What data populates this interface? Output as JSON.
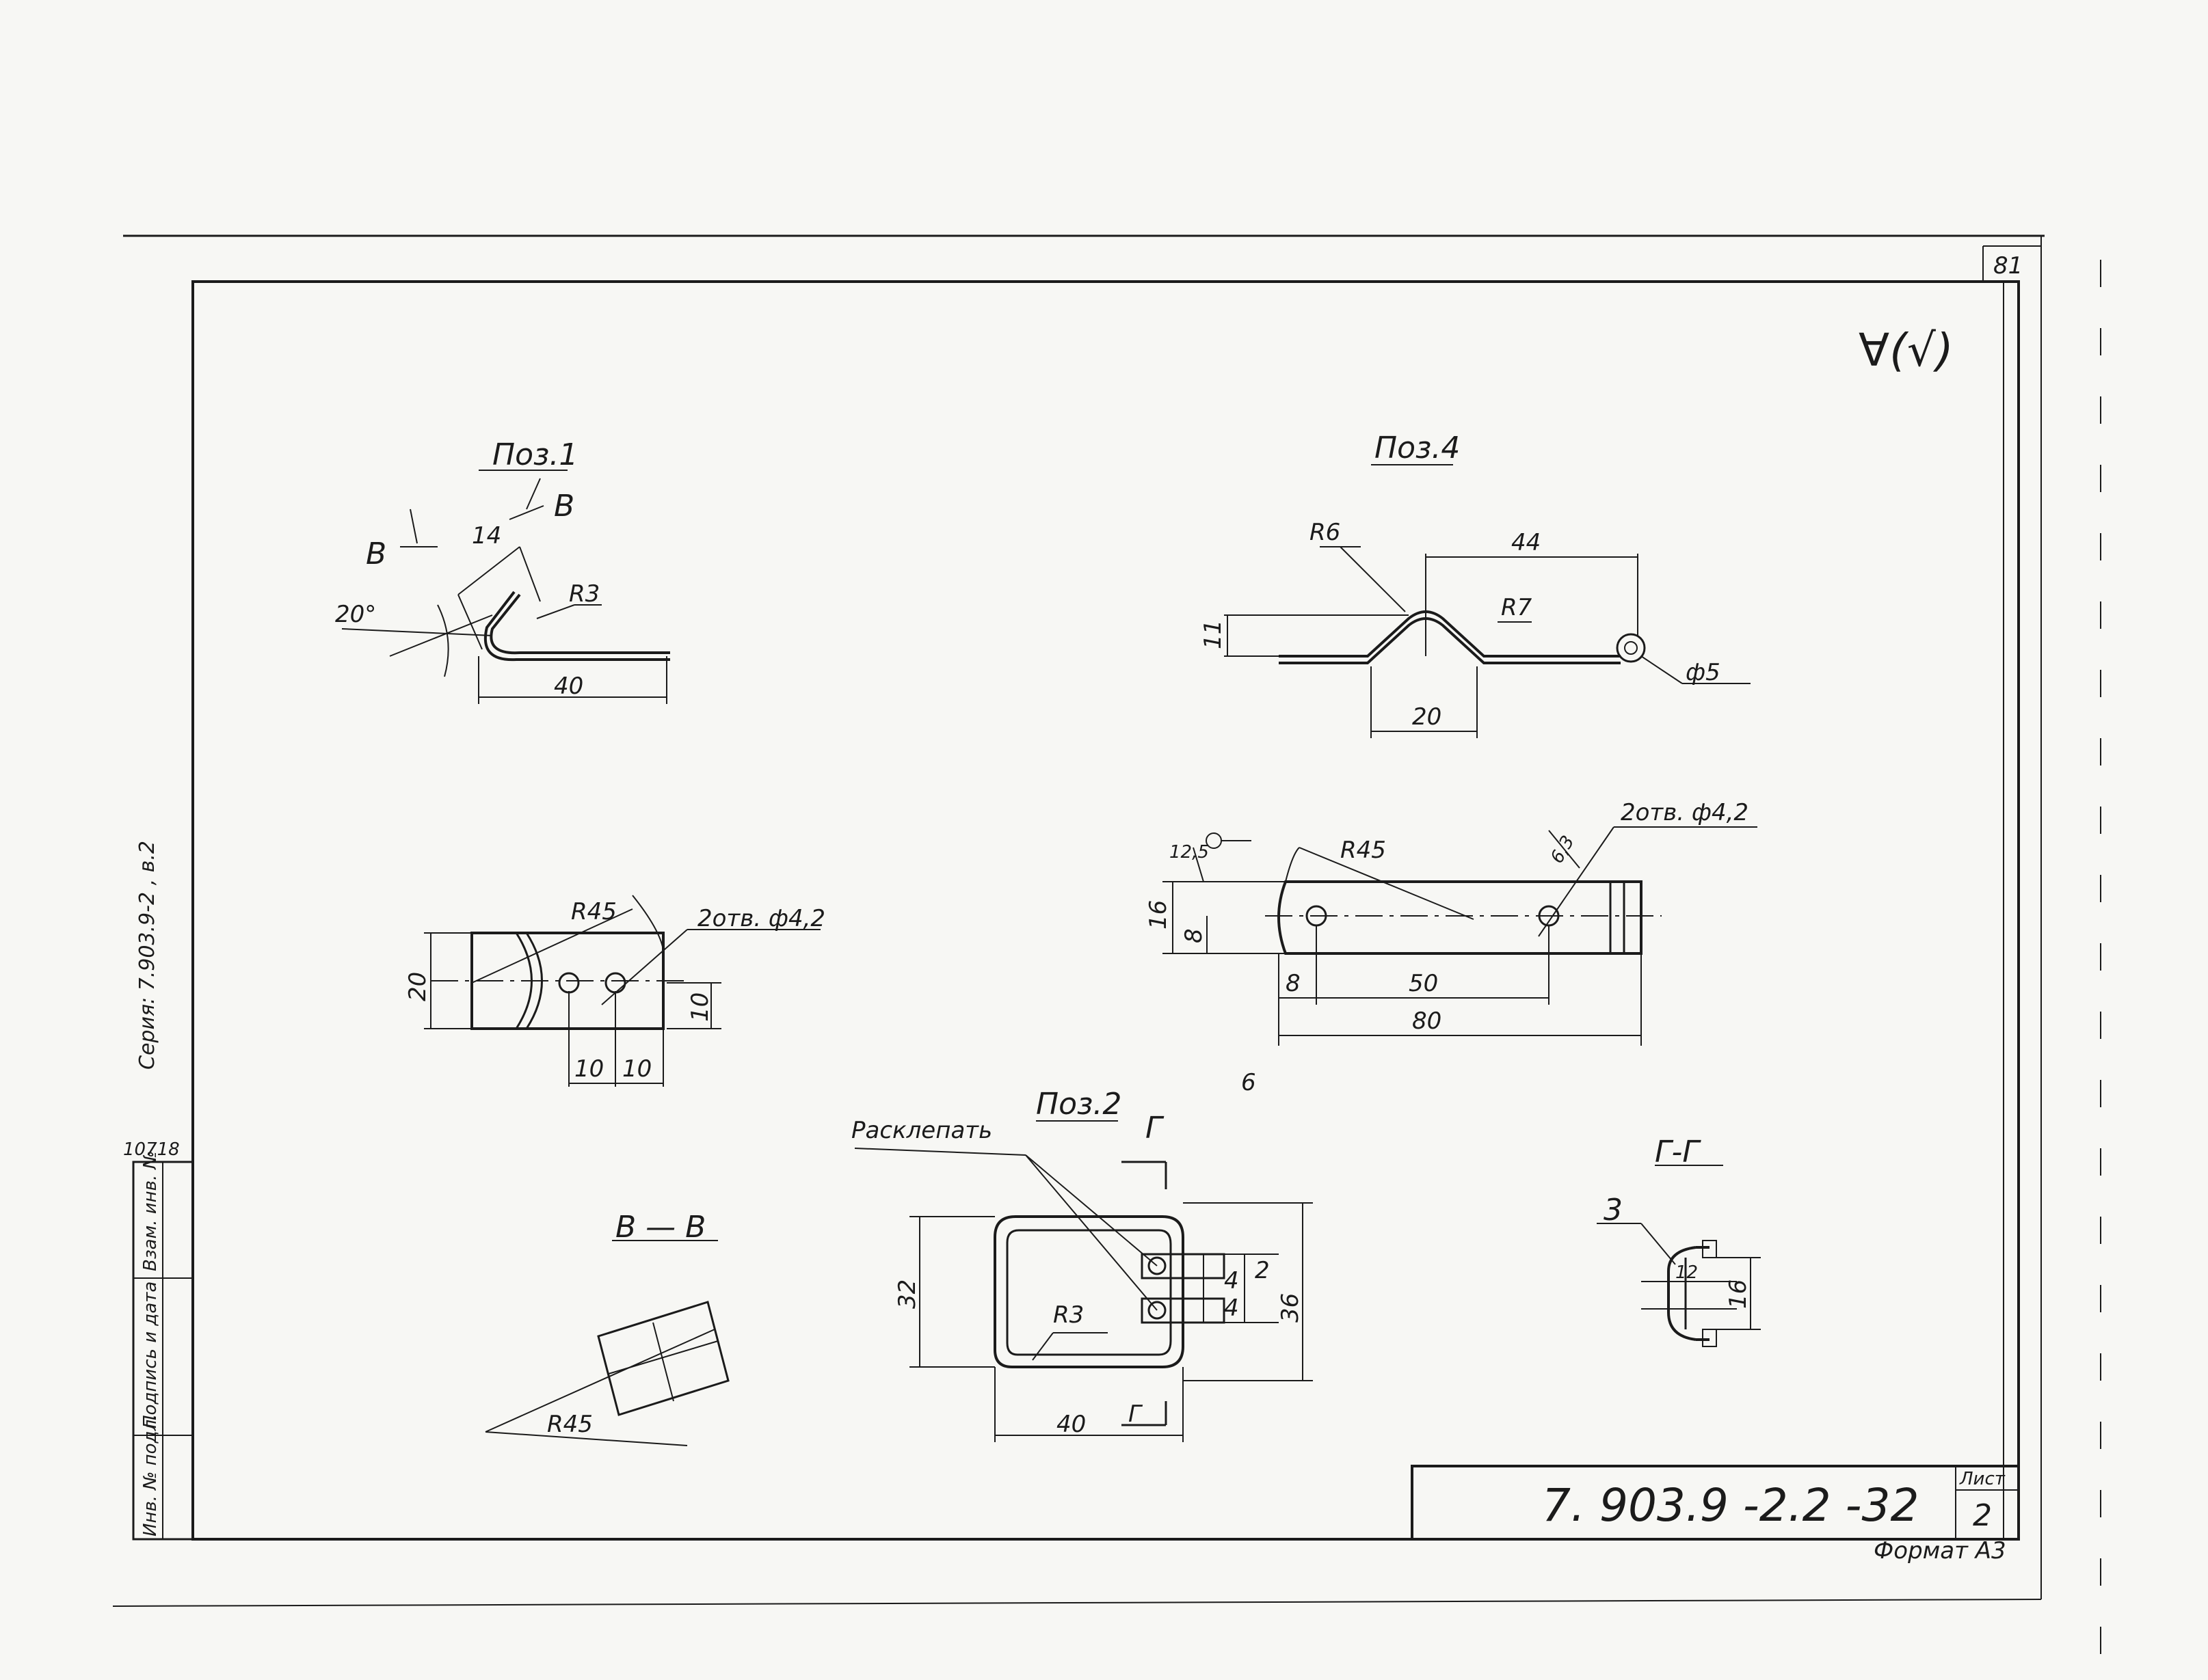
{
  "sheet": {
    "page_number": "81",
    "roughness_mark": "∀(√)",
    "series_label": "Серия: 7.903.9-2 , в.2",
    "inventory_number": "10718",
    "side_stamp_fields": [
      "Взам. инв. №",
      "Подпись и дата",
      "Инв. № подл."
    ],
    "doc_code": "7. 903.9 -2.2 -32",
    "sheet_label": "Лист",
    "sheet_number": "2",
    "format": "Формат А3",
    "stray_mark": "6"
  },
  "pos1": {
    "title": "Поз.1",
    "section_mark": "В",
    "angle": "20°",
    "dim_14": "14",
    "radius": "R3",
    "dim_40": "40"
  },
  "pos1_plan": {
    "radius": "R45",
    "holes": "2отв. ф4,2",
    "dim_20": "20",
    "dim_10_right": "10",
    "dim_10_a": "10",
    "dim_10_b": "10"
  },
  "section_bb": {
    "title": "В — В",
    "radius": "R45"
  },
  "pos4": {
    "title": "Поз.4",
    "r6": "R6",
    "dim_44": "44",
    "r7": "R7",
    "dim_11": "11",
    "diam5": "ф5",
    "dim_20": "20"
  },
  "pos4_plan": {
    "roughness": "12,5",
    "radius": "R45",
    "dim_63": "6,3",
    "holes": "2отв. ф4,2",
    "dim_16": "16",
    "dim_8v": "8",
    "dim_8h": "8",
    "dim_50": "50",
    "dim_80": "80"
  },
  "pos2": {
    "title": "Поз.2",
    "rivet_note": "Расклепать",
    "section_mark": "Г",
    "dim_32": "32",
    "radius": "R3",
    "dim_2": "2",
    "dim_4a": "4",
    "dim_4b": "4",
    "dim_36": "36",
    "dim_40": "40"
  },
  "section_gg": {
    "title": "Г-Г",
    "pos_ref": "3",
    "dim_12": "12",
    "dim_16": "16"
  }
}
